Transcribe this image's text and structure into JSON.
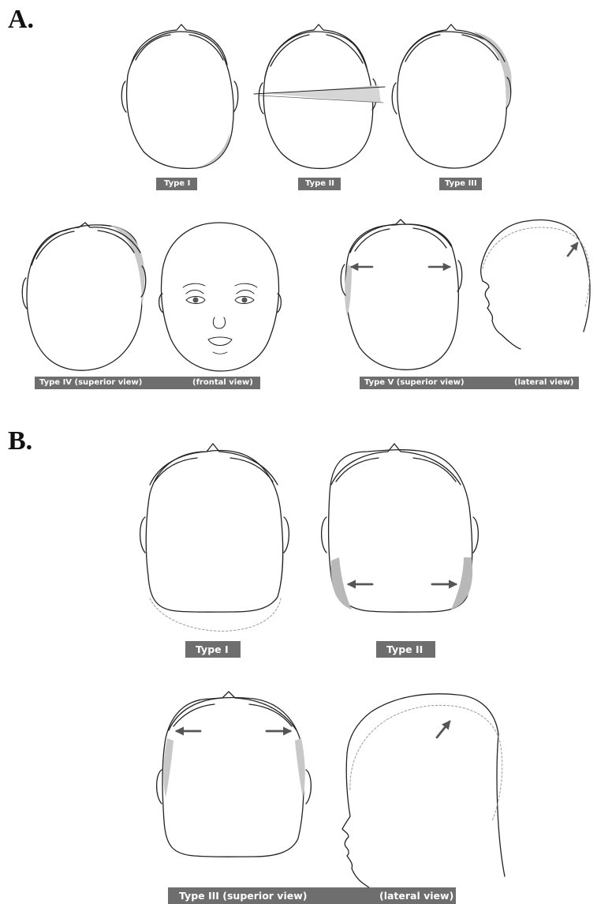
{
  "sections": {
    "a": "A.",
    "b": "B."
  },
  "labels": {
    "a_type1": "Type I",
    "a_type2": "Type II",
    "a_type3": "Type III",
    "a_type4_superior": "Type IV (superior view)",
    "a_type4_frontal": "(frontal view)",
    "a_type5_superior": "Type V (superior view)",
    "a_type5_lateral": "(lateral view)",
    "b_type1": "Type I",
    "b_type2": "Type II",
    "b_type3_superior": "Type III (superior view)",
    "b_type3_lateral": "(lateral view)"
  },
  "colors": {
    "label_bg": "#6e6e6e",
    "label_text": "#ffffff",
    "shading": "#b8b8b8",
    "outline": "#222222"
  }
}
